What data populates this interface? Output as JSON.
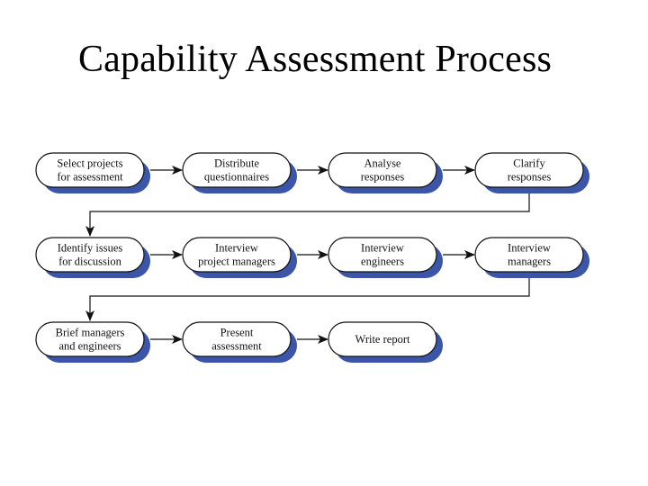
{
  "title": "Capability Assessment Process",
  "colors": {
    "box_fill": "#ffffff",
    "box_stroke": "#111111",
    "shadow": "#3b55a8",
    "connector": "#111111"
  },
  "rows": [
    {
      "nodes": [
        {
          "lines": [
            "Select projects",
            "for assessment"
          ]
        },
        {
          "lines": [
            "Distribute",
            "questionnaires"
          ]
        },
        {
          "lines": [
            "Analyse",
            "responses"
          ]
        },
        {
          "lines": [
            "Clarify",
            "responses"
          ]
        }
      ]
    },
    {
      "nodes": [
        {
          "lines": [
            "Identify issues",
            "for discussion"
          ]
        },
        {
          "lines": [
            "Interview",
            "project managers"
          ]
        },
        {
          "lines": [
            "Interview",
            "engineers"
          ]
        },
        {
          "lines": [
            "Interview",
            "managers"
          ]
        }
      ]
    },
    {
      "nodes": [
        {
          "lines": [
            "Brief managers",
            "and engineers"
          ]
        },
        {
          "lines": [
            "Present",
            "assessment"
          ]
        },
        {
          "lines": [
            "Write report"
          ]
        }
      ]
    }
  ]
}
